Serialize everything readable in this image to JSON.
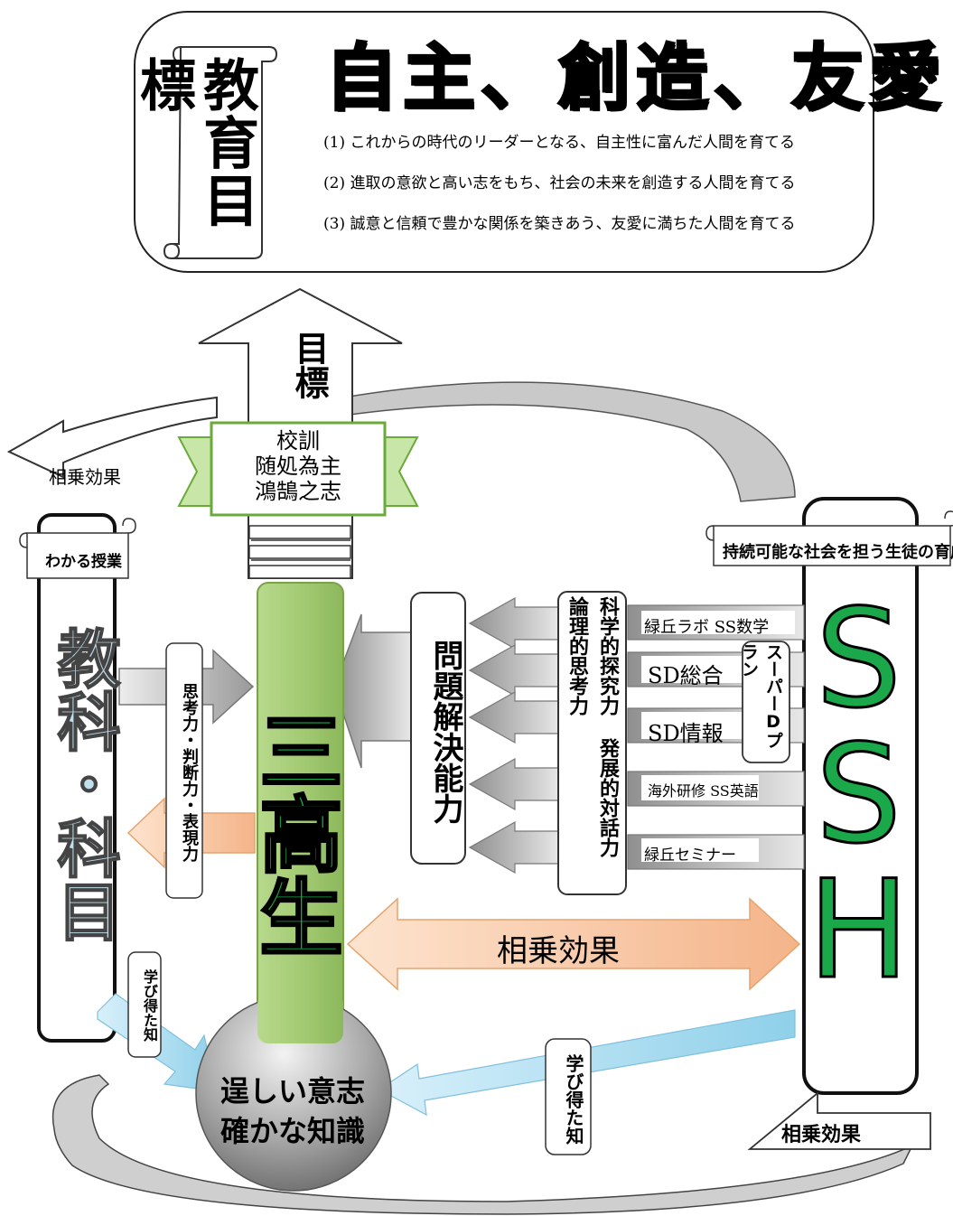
{
  "header": {
    "scroll_label": "教育目標",
    "motto": "自主、創造、友愛",
    "goals": [
      "(1) これからの時代のリーダーとなる、自主性に富んだ人間を育てる",
      "(2) 進取の意欲と高い志をもち、社会の未来を創造する人間を育てる",
      "(3) 誠意と信頼で豊かな関係を築きあう、友愛に満ちた人間を育てる"
    ]
  },
  "diagram": {
    "target_label": "目標",
    "school_motto": {
      "title": "校訓",
      "line1": "随処為主",
      "line2": "鴻鵠之志"
    },
    "synergy_top_left": "相乗効果",
    "left": {
      "tag": "わかる授業",
      "pillar": "教科・科目",
      "skills_label": "思考力・判断力・表現力",
      "learned_label": "学び得た知"
    },
    "center": {
      "pillar": "三高生",
      "problem_solving": "問題解決能力",
      "sphere_line1": "逞しい意志",
      "sphere_line2": "確かな知識"
    },
    "right": {
      "tag": "持続可能な社会を担う生徒の育成",
      "skills": "科学的探究力 発展的対話力 論理的思考力",
      "programs": [
        "緑丘ラボ SS数学",
        "SD総合",
        "SD情報",
        "海外研修 SS英語",
        "緑丘セミナー"
      ],
      "super_d": "スーパーDプラン",
      "pillar_letters": [
        "S",
        "S",
        "H"
      ],
      "learned_label": "学び得た知"
    },
    "synergy_middle": "相乗効果",
    "synergy_bottom_right": "相乗効果"
  },
  "colors": {
    "green_text": "#1aa84a",
    "green_pillar": "#9cc46a",
    "light_blue_text": "#bfe0ec",
    "orange_arrow": "#f7c9a0",
    "gray_arrow": "#a8a8a8",
    "blue_arrow": "#a9dcef"
  },
  "icons": [
    "scroll-icon",
    "up-arrow-icon",
    "ribbon-banner-icon",
    "curved-arrow-icon",
    "sphere-icon"
  ]
}
